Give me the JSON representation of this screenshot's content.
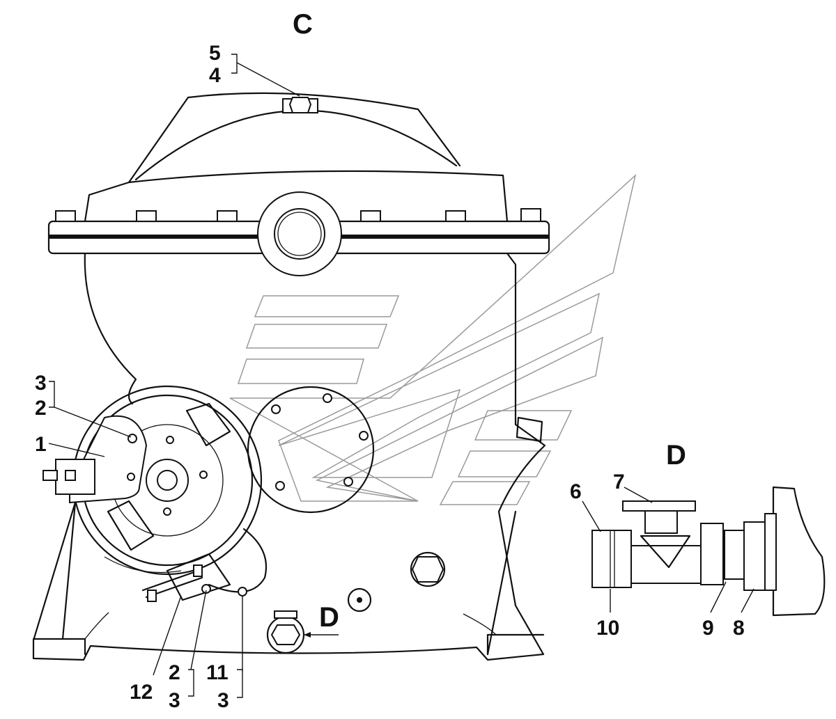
{
  "view_labels": {
    "top": "C",
    "drain": "D",
    "detail": "D"
  },
  "callouts": {
    "c5": "5",
    "c4": "4",
    "c3a": "3",
    "c2a": "2",
    "c1": "1",
    "c12": "12",
    "c2b": "2",
    "c3b": "3",
    "c11": "11",
    "c3c": "3",
    "c6": "6",
    "c7": "7",
    "c10": "10",
    "c9": "9",
    "c8": "8"
  },
  "colors": {
    "line": "#111111",
    "watermark": "#9a9a9a",
    "background": "#ffffff"
  }
}
